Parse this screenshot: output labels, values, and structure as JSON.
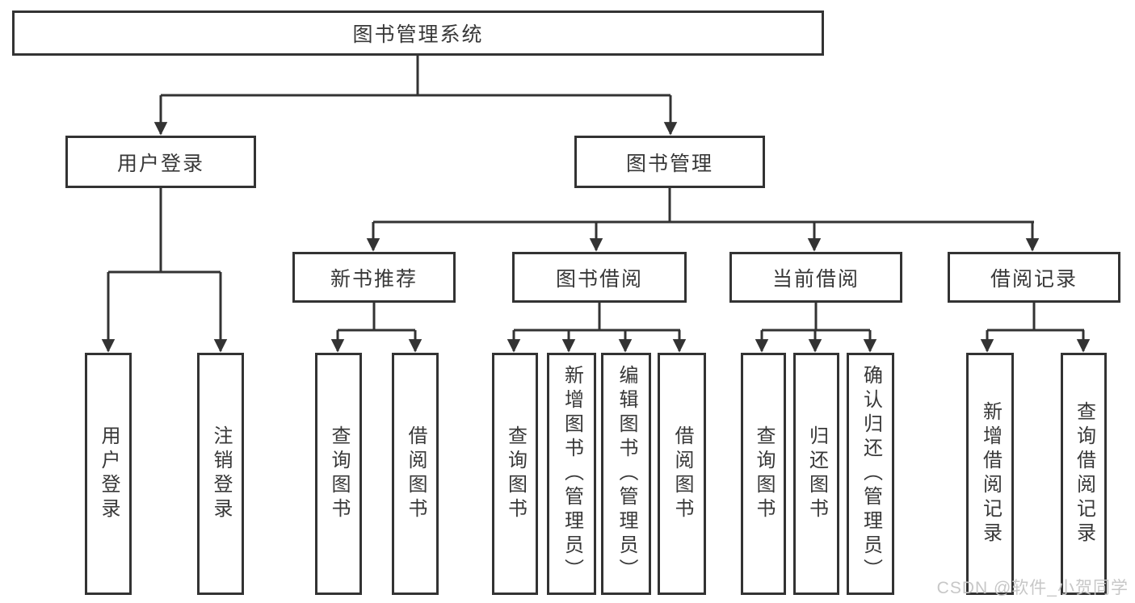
{
  "diagram": {
    "colors": {
      "line": "#333333",
      "text": "#383838",
      "watermark": "#c7c7c7",
      "background": "#ffffff"
    },
    "watermark": "CSDN @软件_小贺同学",
    "tree": {
      "root": {
        "label": "图书管理系统",
        "children": [
          {
            "label": "用户登录",
            "children": [
              {
                "label": "用户登录"
              },
              {
                "label": "注销登录"
              }
            ]
          },
          {
            "label": "图书管理",
            "children": [
              {
                "label": "新书推荐",
                "children": [
                  {
                    "label": "查询图书"
                  },
                  {
                    "label": "借阅图书"
                  }
                ]
              },
              {
                "label": "图书借阅",
                "children": [
                  {
                    "label": "查询图书"
                  },
                  {
                    "label": "新增图书（管理员）"
                  },
                  {
                    "label": "编辑图书（管理员）"
                  },
                  {
                    "label": "借阅图书"
                  }
                ]
              },
              {
                "label": "当前借阅",
                "children": [
                  {
                    "label": "查询图书"
                  },
                  {
                    "label": "归还图书"
                  },
                  {
                    "label": "确认归还（管理员）"
                  }
                ]
              },
              {
                "label": "借阅记录",
                "children": [
                  {
                    "label": "新增借阅记录"
                  },
                  {
                    "label": "查询借阅记录"
                  }
                ]
              }
            ]
          }
        ]
      }
    }
  }
}
